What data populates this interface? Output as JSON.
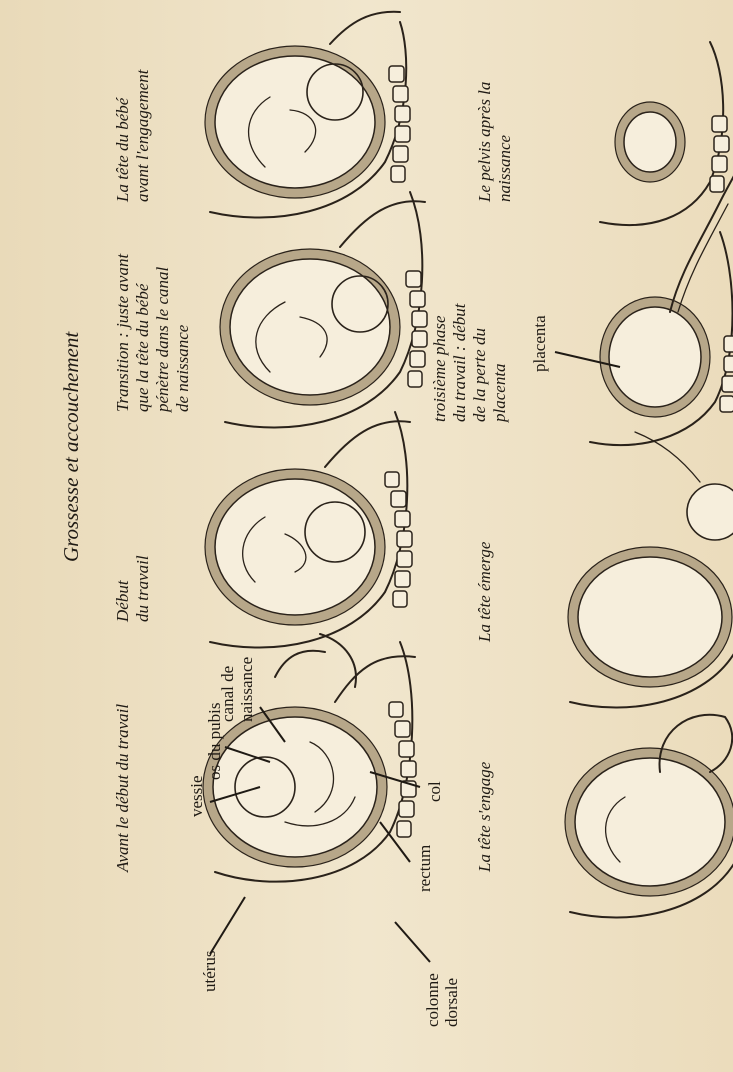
{
  "title": "Grossesse et accouchement",
  "panels": [
    {
      "id": "avant-travail",
      "caption": "Avant le début du travail"
    },
    {
      "id": "debut-travail",
      "caption_line1": "Début",
      "caption_line2": "du travail"
    },
    {
      "id": "transition",
      "caption_line1": "Transition : juste avant",
      "caption_line2": "que la tête du bébé",
      "caption_line3": "pénètre dans le canal",
      "caption_line4": "de naissance"
    },
    {
      "id": "avant-engagement",
      "caption_line1": "La tête du bébé",
      "caption_line2": "avant l'engagement"
    },
    {
      "id": "tete-engage",
      "caption": "La tête s'engage"
    },
    {
      "id": "tete-emerge",
      "caption": "La tête émerge"
    },
    {
      "id": "troisieme-phase",
      "caption_line1": "troisième phase",
      "caption_line2": "du travail : début",
      "caption_line3": "de la perte du",
      "caption_line4": "placenta"
    },
    {
      "id": "pelvis-apres",
      "caption_line1": "Le pelvis après la",
      "caption_line2": "naissance"
    }
  ],
  "labels": {
    "uterus": "utérus",
    "vessie": "vessie",
    "os_pubis": "os du pubis",
    "canal_1": "canal de",
    "canal_2": "naissance",
    "colonne_1": "colonne",
    "colonne_2": "dorsale",
    "rectum": "rectum",
    "col": "col",
    "placenta": "placenta"
  }
}
